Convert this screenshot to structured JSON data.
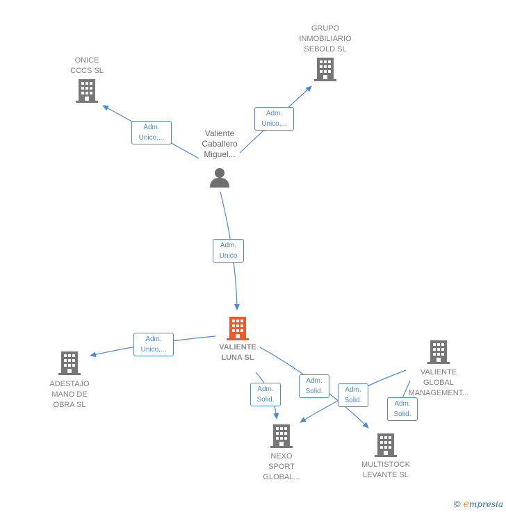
{
  "colors": {
    "edge": "#4a88d8",
    "building": "#777777",
    "main_building": "#ee5a2c",
    "person": "#6e6e6e"
  },
  "nodes": {
    "onice": {
      "label": "ONICE\nCCCS SL",
      "icon": "building-icon"
    },
    "grupo": {
      "label": "GRUPO\nINMOBILIARIO\nSEBOLD SL",
      "icon": "building-icon"
    },
    "person": {
      "label": "Valiente\nCaballero\nMiguel...",
      "icon": "person-icon"
    },
    "valiente_luna": {
      "label": "VALIENTE\nLUNA  SL",
      "icon": "building-icon"
    },
    "adestajo": {
      "label": "ADESTAJO\nMANO DE\nOBRA  SL",
      "icon": "building-icon"
    },
    "valiente_global": {
      "label": "VALIENTE\nGLOBAL\nMANAGEMENT...",
      "icon": "building-icon"
    },
    "nexo": {
      "label": "NEXO\nSPORT\nGLOBAL...",
      "icon": "building-icon"
    },
    "multistock": {
      "label": "MULTISTOCK\nLEVANTE  SL",
      "icon": "building-icon"
    }
  },
  "edges": [
    {
      "from": "person",
      "to": "onice",
      "label": "Adm.\nUnico,..."
    },
    {
      "from": "person",
      "to": "grupo",
      "label": "Adm.\nUnico,..."
    },
    {
      "from": "person",
      "to": "valiente_luna",
      "label": "Adm.\nUnico"
    },
    {
      "from": "valiente_luna",
      "to": "adestajo",
      "label": "Adm.\nUnico,..."
    },
    {
      "from": "valiente_luna",
      "to": "nexo",
      "label": "Adm.\nSolid."
    },
    {
      "from": "valiente_luna",
      "to": "multistock",
      "label": "Adm.\nSolid."
    },
    {
      "from": "valiente_global",
      "to": "nexo",
      "label": "Adm.\nSolid."
    },
    {
      "from": "valiente_global",
      "to": "multistock",
      "label": "Adm.\nSolid."
    }
  ],
  "brand": {
    "copyright": "©",
    "e": "e",
    "rest": "mpresia"
  }
}
